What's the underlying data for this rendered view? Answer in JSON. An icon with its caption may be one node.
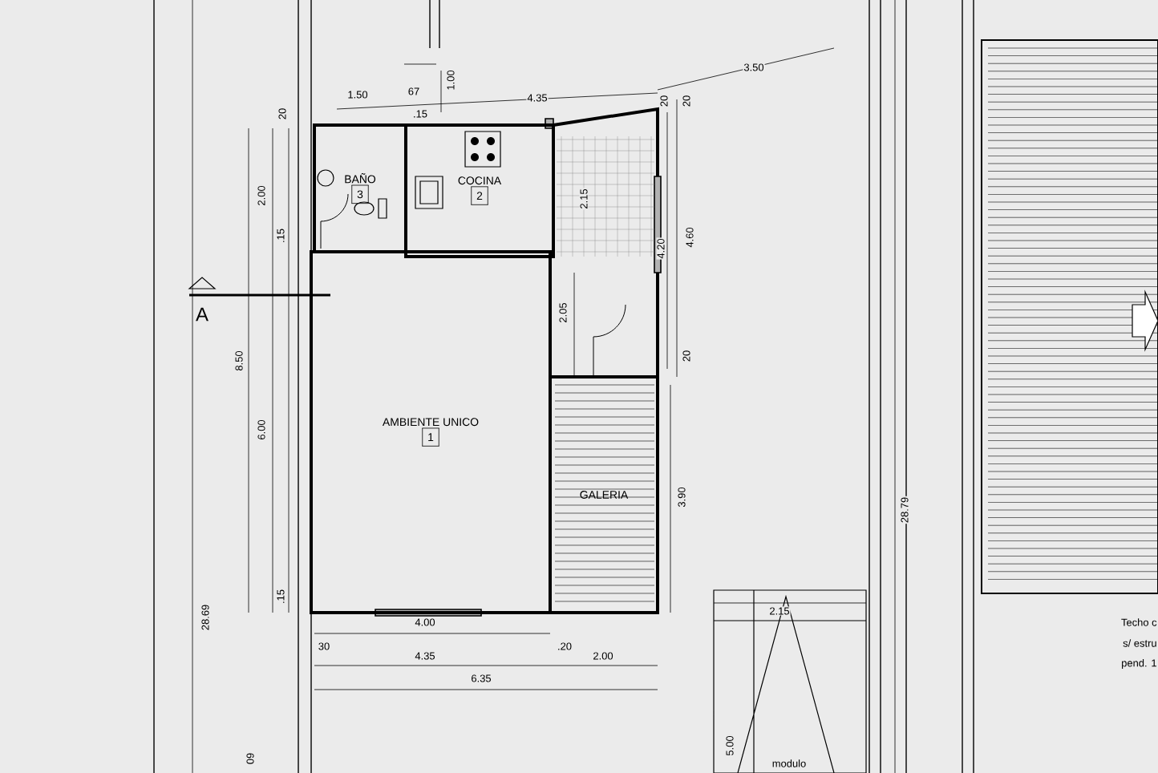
{
  "diagram": {
    "nodes": [
      {
        "text": [
          "BAÑO",
          "3"
        ]
      },
      {
        "text": [
          "COCINA",
          "2"
        ]
      },
      {
        "text": [
          "AMBIENTE UNICO",
          "1"
        ]
      },
      {
        "text": [
          "GALERIA"
        ]
      }
    ],
    "labels": [
      "67",
      "1.50",
      "1.00",
      ".15",
      "4.35",
      "3.50",
      "20",
      "20",
      "20",
      "2.00",
      ".15",
      "2.15",
      "4.20",
      "4.60",
      "2.05",
      "20",
      "8.50",
      "6.00",
      "3.90",
      "28.79",
      ".15",
      "28.69",
      "4.00",
      "30",
      "4.35",
      ".20",
      "2.00",
      "6.35",
      "2.15",
      "5.00",
      "modulo",
      "09",
      "A",
      "Techo c",
      "s/ estru",
      "pend. 1"
    ]
  }
}
